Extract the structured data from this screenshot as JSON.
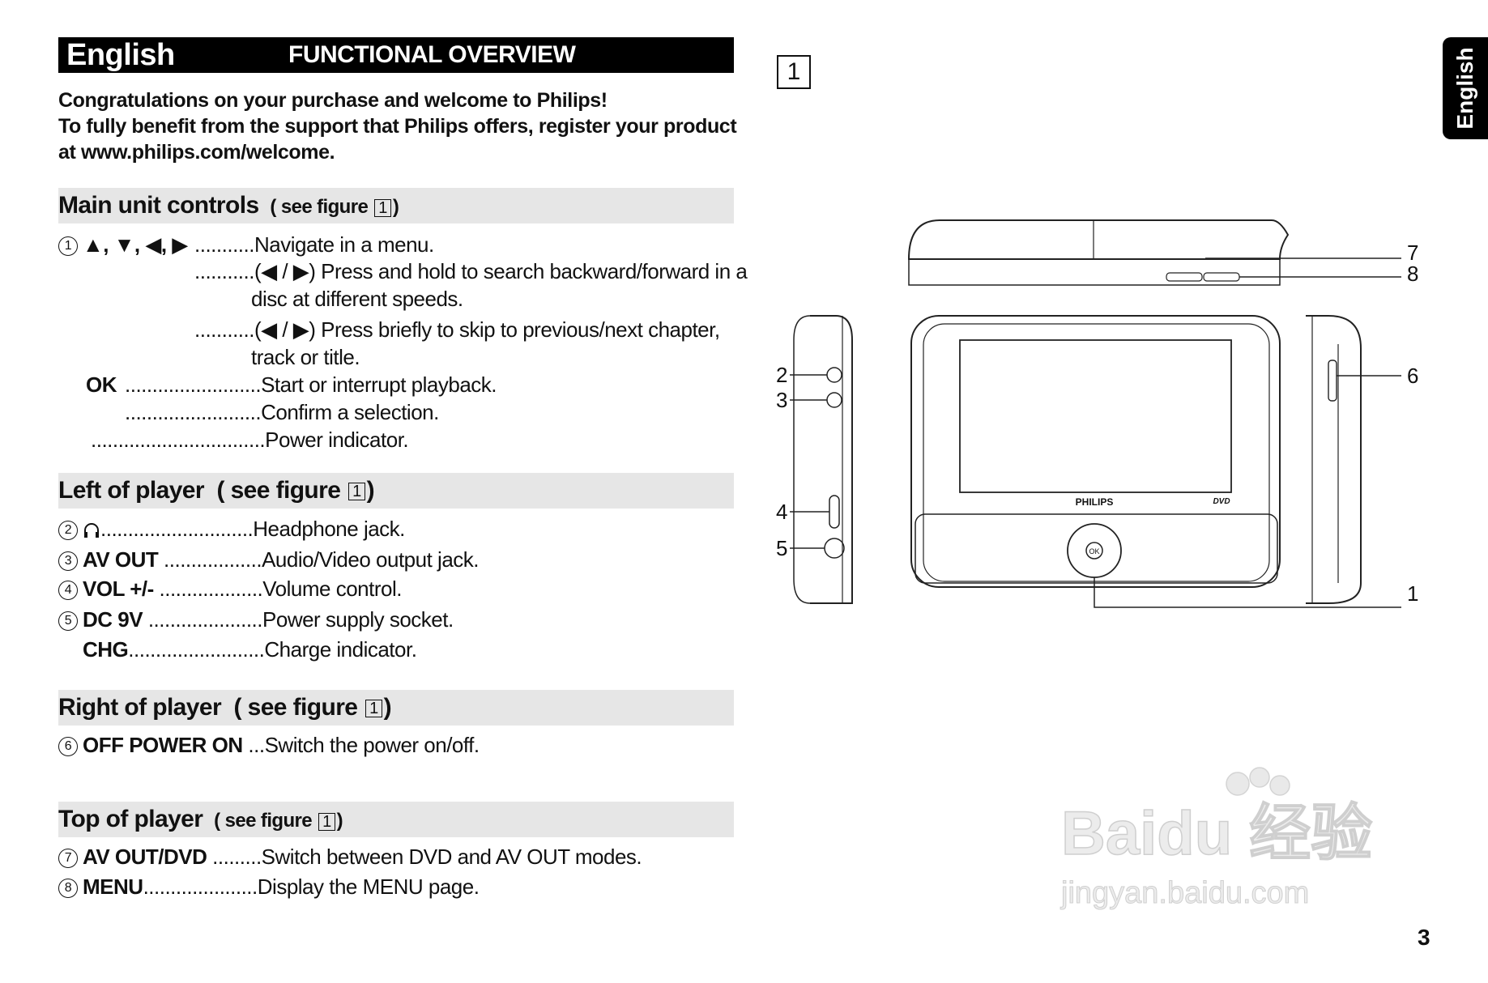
{
  "header": {
    "language": "English",
    "title": "FUNCTIONAL OVERVIEW"
  },
  "intro": {
    "line1": "Congratulations on your purchase and welcome to Philips!",
    "line2": "To fully benefit from the support that Philips offers, register your product",
    "line3": "at www.philips.com/welcome."
  },
  "figure_ref": "1",
  "sections": {
    "main": {
      "title": "Main unit controls",
      "see": "( see figure",
      "close": ")",
      "items": [
        {
          "num": "1",
          "label": "▲, ▼, ◀, ▶",
          "dots": "...........",
          "desc": "Navigate in a menu."
        },
        {
          "num": "",
          "label": "",
          "dots": "...........",
          "desc": "(◀ / ▶) Press and hold to search backward/forward in a",
          "desc2": "disc at different speeds."
        },
        {
          "num": "",
          "label": "",
          "dots": "...........",
          "desc": "(◀ / ▶) Press briefly to skip to previous/next chapter,",
          "desc2": "track or title."
        },
        {
          "num": "",
          "label": "OK",
          "dots": ".........................",
          "desc": "Start or interrupt playback."
        },
        {
          "num": "",
          "label": "",
          "dots": ".........................",
          "desc": "Confirm a selection."
        },
        {
          "num": "",
          "label": "",
          "dots": "................................",
          "desc": "Power indicator."
        }
      ]
    },
    "left": {
      "title": "Left of player",
      "see": "( see figure",
      "close": ")",
      "items": [
        {
          "num": "2",
          "label": "",
          "dots": "............................",
          "desc": "Headphone jack."
        },
        {
          "num": "3",
          "label": "AV OUT",
          "dots": "..................",
          "desc": "Audio/Video output jack."
        },
        {
          "num": "4",
          "label": "VOL +/-",
          "dots": "...................",
          "desc": "Volume control."
        },
        {
          "num": "5",
          "label": "DC 9V",
          "dots": ".....................",
          "desc": "Power supply socket."
        },
        {
          "num": "",
          "label": "CHG",
          "dots": ".........................",
          "desc": "Charge indicator."
        }
      ]
    },
    "right": {
      "title": "Right of player",
      "see": "( see figure",
      "close": ")",
      "items": [
        {
          "num": "6",
          "label": "OFF POWER ON",
          "dots": "...",
          "desc": "Switch the power on/off."
        }
      ]
    },
    "top": {
      "title": "Top of player",
      "see": "( see figure",
      "close": ")",
      "items": [
        {
          "num": "7",
          "label": "AV OUT/DVD",
          "dots": ".........",
          "desc": "Switch between DVD and AV OUT modes."
        },
        {
          "num": "8",
          "label": "MENU",
          "dots": ".....................",
          "desc": "Display the MENU page."
        }
      ]
    }
  },
  "figure": {
    "number": "1",
    "brand": "PHILIPS",
    "dvd_logo": "DVD",
    "ok": "OK",
    "callouts": [
      "1",
      "2",
      "3",
      "4",
      "5",
      "6",
      "7",
      "8"
    ]
  },
  "side_tab": "English",
  "page_number": "3",
  "watermark": {
    "line1": "Baidu 经验",
    "line2": "jingyan.baidu.com"
  }
}
